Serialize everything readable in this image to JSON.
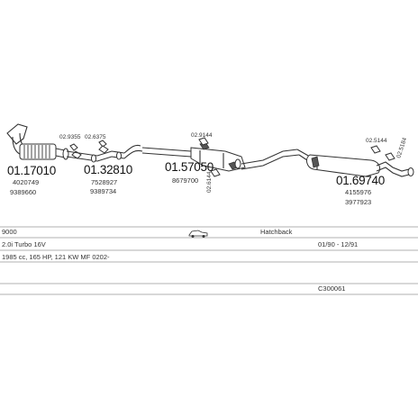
{
  "parts": {
    "front_pipe": {
      "number": "01.17010",
      "refs": [
        "4020749",
        "9389660"
      ]
    },
    "front_mount_a": {
      "number": "02.9355"
    },
    "front_mount_b": {
      "number": "02.6375"
    },
    "middle_pipe": {
      "number": "01.32810",
      "refs": [
        "7528927",
        "9389734"
      ]
    },
    "center_mount_top": {
      "number": "02.9144"
    },
    "center_mount_bottom": {
      "number": "02.6144"
    },
    "center_silencer": {
      "number": "01.57050",
      "refs": [
        "8679700"
      ]
    },
    "rear_mount_a": {
      "number": "02.5144"
    },
    "rear_mount_b": {
      "number": "02.5184"
    },
    "rear_silencer": {
      "number": "01.69740",
      "refs": [
        "4155976",
        "3977923"
      ]
    }
  },
  "vehicle": {
    "model": "9000",
    "body": "Hatchback",
    "engine": "2.0i Turbo 16V",
    "years": "01/90 - 12/91",
    "specs": "1985 cc, 165 HP, 121 KW MF 0202-",
    "code": "C300061"
  },
  "icons": [
    "car-silhouette-icon"
  ]
}
